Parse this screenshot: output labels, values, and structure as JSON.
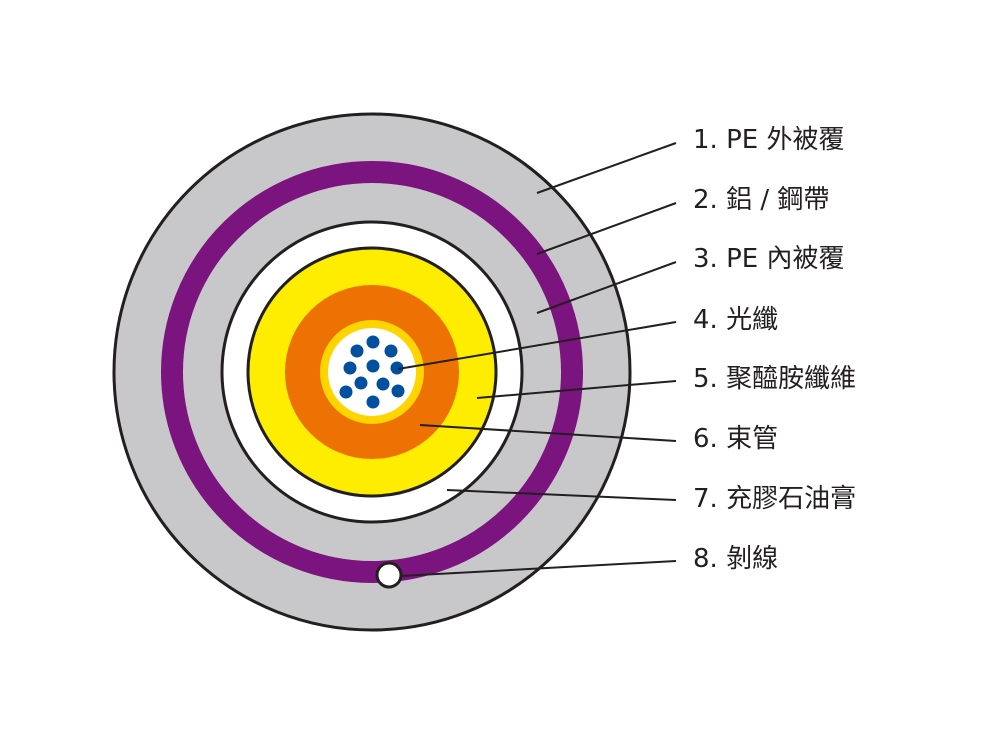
{
  "diagram": {
    "colors": {
      "outer_sheath": "#c8c8ca",
      "outline": "#231f20",
      "armor_tape": "#7b147e",
      "filling_gel": "#ffffff",
      "aramid_yarn": "#ffed00",
      "loose_tube": "#ee7203",
      "tube_ring": "#ffd500",
      "fiber": "#0050a0",
      "leader_line": "#231f20",
      "label_text": "#231f20"
    },
    "labels": [
      {
        "text": "1. PE 外被覆"
      },
      {
        "text": "2. 鋁 / 鋼帶"
      },
      {
        "text": "3. PE 內被覆"
      },
      {
        "text": "4. 光纖"
      },
      {
        "text": "5. 聚醯胺纖維"
      },
      {
        "text": "6. 束管"
      },
      {
        "text": "7. 充膠石油膏"
      },
      {
        "text": "8. 剝線"
      }
    ]
  }
}
